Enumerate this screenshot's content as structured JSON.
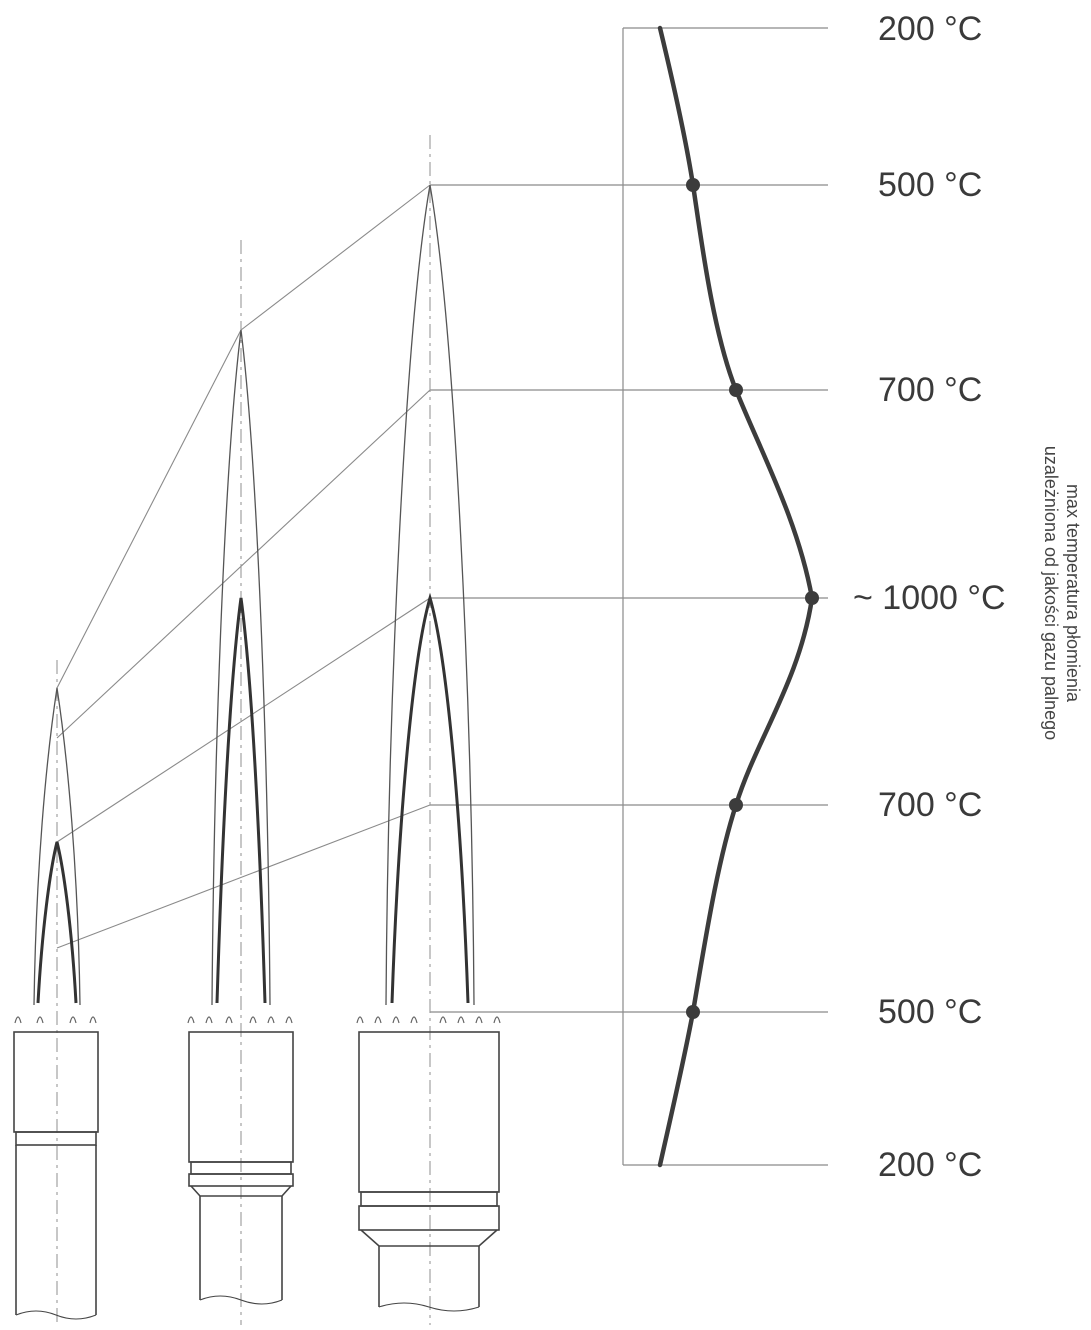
{
  "temperature_scale": {
    "labels": [
      "200 °C",
      "500 °C",
      "700 °C",
      "~ 1000 °C",
      "700 °C",
      "500 °C",
      "200 °C"
    ],
    "curve_color": "#3c3c3c",
    "guide_color": "#8a8a8a"
  },
  "side_note": {
    "line1": "max temperatura płomienia",
    "line2": "uzależniona od jakości gazu palnego"
  },
  "burners": [
    {
      "id": "small",
      "nozzle_slits": 4
    },
    {
      "id": "medium",
      "nozzle_slits": 6
    },
    {
      "id": "large",
      "nozzle_slits": 8
    }
  ],
  "icons": {
    "burner": "burner-nozzle-icon",
    "flame": "flame-cone-icon"
  }
}
